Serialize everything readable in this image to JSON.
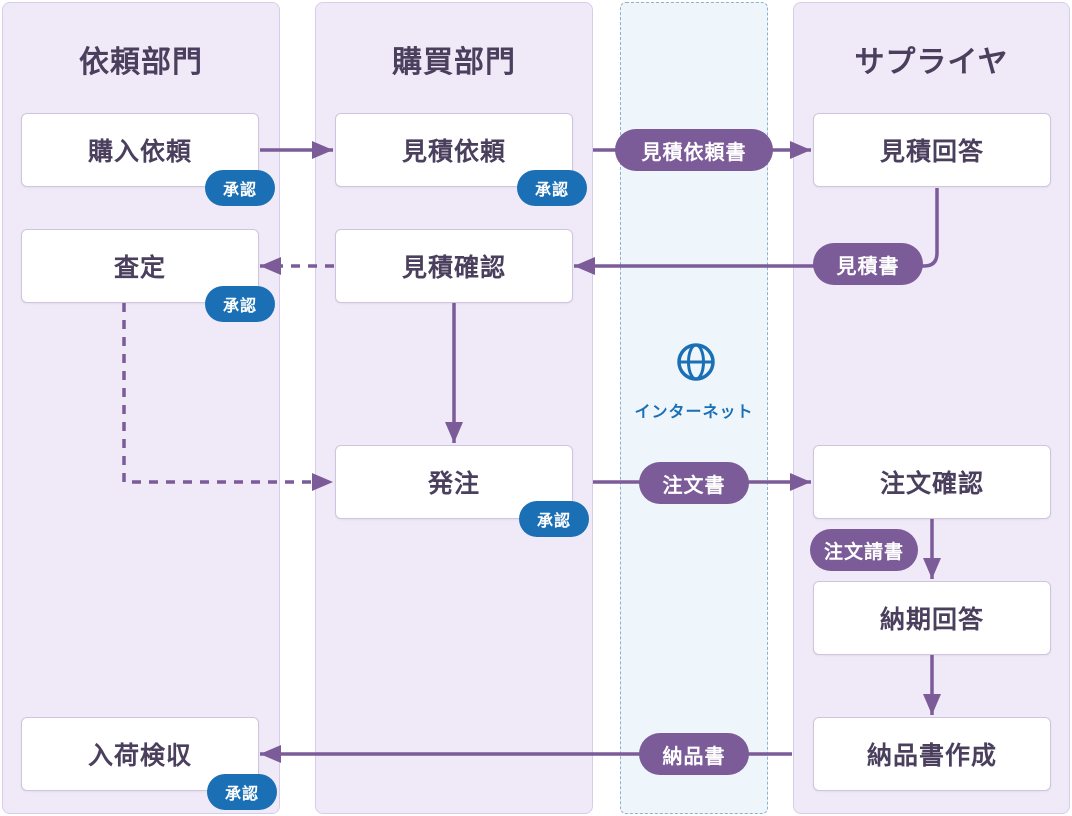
{
  "lanes": {
    "requester": "依頼部門",
    "purchasing": "購買部門",
    "supplier": "サプライヤ"
  },
  "internet": {
    "icon": "globe-icon",
    "label": "インターネット"
  },
  "requester_boxes": {
    "purchase_request": "購入依頼",
    "assessment": "査定",
    "receiving_inspection": "入荷検収"
  },
  "purchasing_boxes": {
    "quote_request": "見積依頼",
    "quote_confirmation": "見積確認",
    "order": "発注"
  },
  "supplier_boxes": {
    "quote_answer": "見積回答",
    "order_confirmation": "注文確認",
    "delivery_date_answer": "納期回答",
    "delivery_note_creation": "納品書作成"
  },
  "badges": {
    "approval": "承認"
  },
  "documents": {
    "quote_request_doc": "見積依頼書",
    "quote_doc": "見積書",
    "purchase_order_doc": "注文書",
    "order_acknowledgement_doc": "注文請書",
    "delivery_note_doc": "納品書"
  },
  "colors": {
    "lane_bg": "#f0eaf8",
    "internet_bg": "#eef6fb",
    "arrow": "#7b5b98",
    "approval_badge": "#1a6fb5",
    "document_pill": "#7b5b98"
  }
}
